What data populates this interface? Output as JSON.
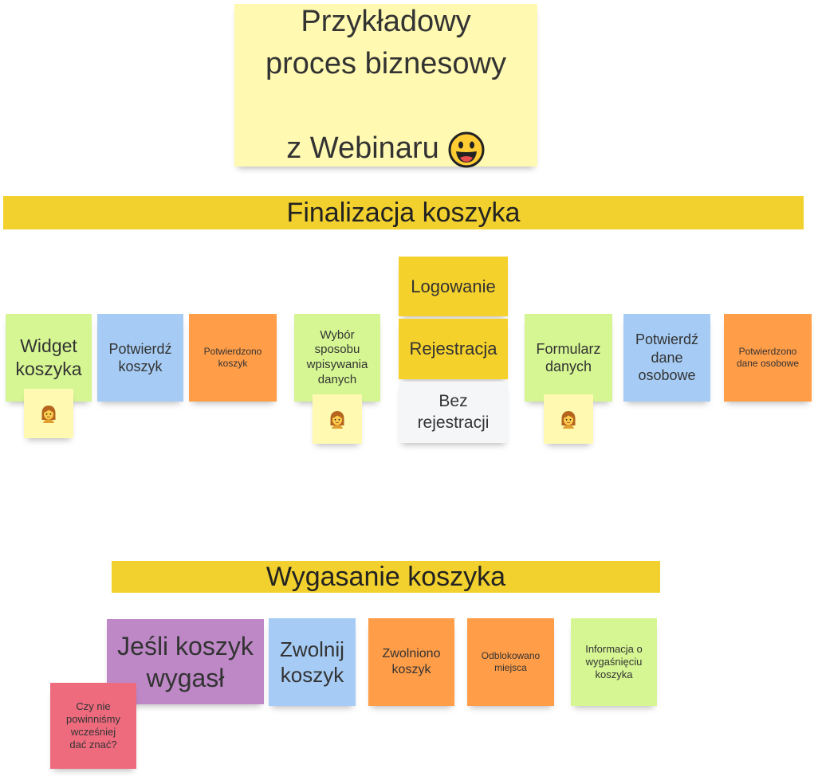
{
  "title_note": {
    "lines": [
      "Przykładowy",
      "proces biznesowy",
      "z Webinaru"
    ],
    "emoji_icon": "grinning-face-icon"
  },
  "sections": {
    "finalization": "Finalizacja koszyka",
    "expiration": "Wygasanie koszyka"
  },
  "finalization_notes": {
    "widget": "Widget\nkoszyka",
    "confirm_cart": "Potwierdź\nkoszyk",
    "cart_confirmed": "Potwierdzono\nkoszyk",
    "choose_method": "Wybór\nsposobu\nwpisywania\ndanych",
    "login": "Logowanie",
    "register": "Rejestracja",
    "no_register": "Bez\nrejestracji",
    "data_form": "Formularz\ndanych",
    "confirm_personal": "Potwierdź\ndane\nosobowe",
    "personal_confirmed": "Potwierdzono\ndane osobowe",
    "person_icon": "woman-icon"
  },
  "expiration_notes": {
    "if_expired": "Jeśli koszyk\nwygasł",
    "release_cart": "Zwolnij\nkoszyk",
    "cart_released": "Zwolniono\nkoszyk",
    "seats_unlocked": "Odblokowano\nmiejsca",
    "expiry_info": "Informacja o\nwygaśnięciu\nkoszyka",
    "question": "Czy nie\npowinniśmy\nwcześniej\ndać znać?"
  },
  "colors": {
    "banner": "#f2d12e",
    "light_yellow": "#fff9b1",
    "yellow": "#f5d12b",
    "green": "#d5f692",
    "blue": "#a6ccf5",
    "orange": "#ff9d48",
    "purple": "#be88c7",
    "grey": "#f5f6f8",
    "red": "#ee6b7e"
  }
}
